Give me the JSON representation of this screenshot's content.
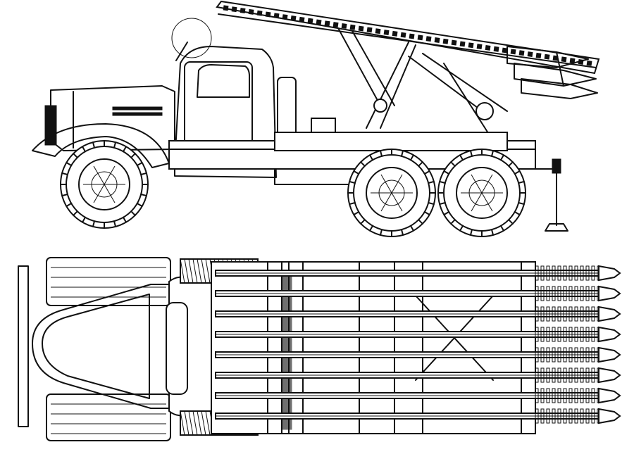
{
  "figure": {
    "views": [
      {
        "id": "side",
        "description_visible": false
      },
      {
        "id": "top",
        "description_visible": false
      }
    ],
    "colors": {
      "ink": "#111111",
      "paper": "#ffffff"
    },
    "rocket_rails": {
      "count": 8
    },
    "wheels": {
      "side_view": 3
    }
  }
}
